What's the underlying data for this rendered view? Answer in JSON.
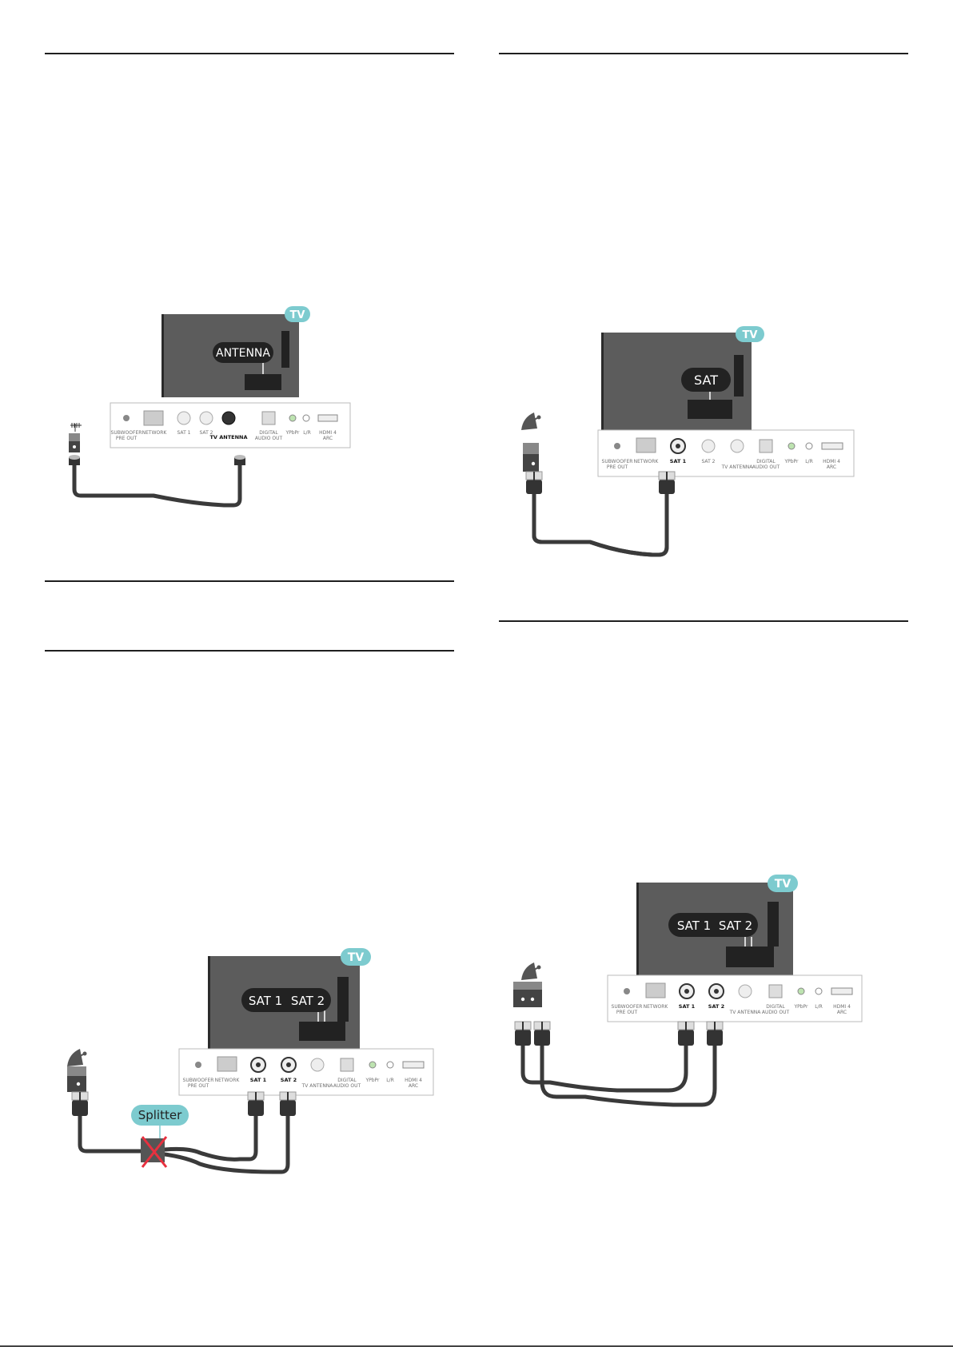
{
  "diagrams": {
    "antenna": {
      "tv_badge": "TV",
      "connector_label": "ANTENNA",
      "ports": [
        "SUBWOOFER",
        "PRE OUT",
        "NETWORK",
        "SAT 1",
        "SAT 2",
        "TV ANTENNA",
        "DIGITAL",
        "AUDIO OUT",
        "YPbPr",
        "L/R",
        "HDMI 4",
        "ARC"
      ]
    },
    "satellite_single": {
      "tv_badge": "TV",
      "connector_label": "SAT",
      "ports": [
        "SUBWOOFER",
        "PRE OUT",
        "NETWORK",
        "SAT 1",
        "SAT 2",
        "TV ANTENNA",
        "DIGITAL",
        "AUDIO OUT",
        "YPbPr",
        "L/R",
        "HDMI 4",
        "ARC"
      ]
    },
    "satellite_splitter": {
      "tv_badge": "TV",
      "connector_label_1": "SAT 1",
      "connector_label_2": "SAT 2",
      "splitter_label": "Splitter",
      "ports": [
        "SUBWOOFER",
        "PRE OUT",
        "NETWORK",
        "SAT 1",
        "SAT 2",
        "TV ANTENNA",
        "DIGITAL",
        "AUDIO OUT",
        "YPbPr",
        "L/R",
        "HDMI 4",
        "ARC"
      ]
    },
    "satellite_dual": {
      "tv_badge": "TV",
      "connector_label_1": "SAT 1",
      "connector_label_2": "SAT 2",
      "ports": [
        "SUBWOOFER",
        "PRE OUT",
        "NETWORK",
        "SAT 1",
        "SAT 2",
        "TV ANTENNA",
        "DIGITAL",
        "AUDIO OUT",
        "YPbPr",
        "L/R",
        "HDMI 4",
        "ARC"
      ]
    }
  },
  "colors": {
    "tv_badge": "#7dcbcf",
    "tv_panel": "#5c5c5c",
    "rule": "#1f1f1f",
    "cross": "#e8313f"
  }
}
